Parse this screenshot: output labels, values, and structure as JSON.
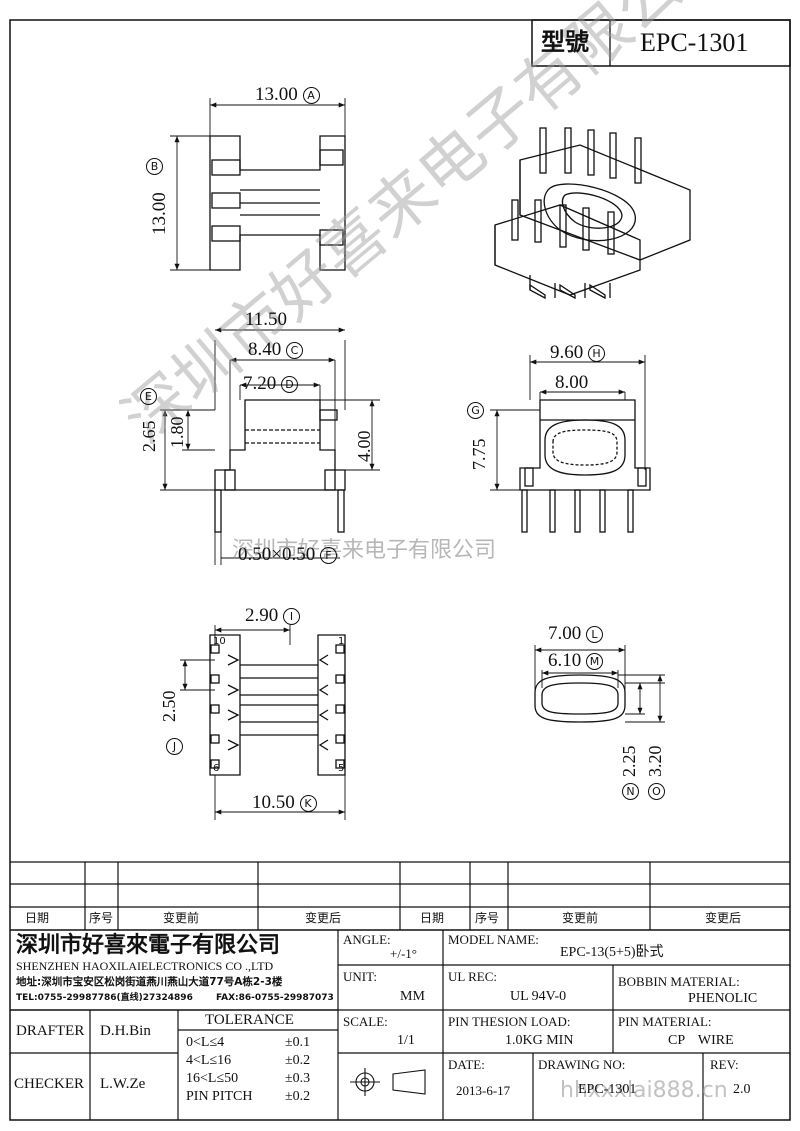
{
  "header": {
    "model_label": "型號",
    "model_value": "EPC-1301"
  },
  "dims": {
    "a": "13.00",
    "a_tag": "A",
    "b": "13.00",
    "b_tag": "B",
    "c": "8.40",
    "c_tag": "C",
    "d": "7.20",
    "d_tag": "D",
    "e": "2.65",
    "e_tag": "E",
    "f": "0.50×0.50",
    "f_tag": "F",
    "g": "7.75",
    "g_tag": "G",
    "h": "9.60",
    "h_tag": "H",
    "i": "2.90",
    "i_tag": "I",
    "j": "2.50",
    "j_tag": "J",
    "k": "10.50",
    "k_tag": "K",
    "l": "7.00",
    "l_tag": "L",
    "m": "6.10",
    "m_tag": "M",
    "n": "2.25",
    "n_tag": "N",
    "o": "3.20",
    "o_tag": "O",
    "w1150": "11.50",
    "h180": "1.80",
    "h400": "4.00",
    "w800": "8.00"
  },
  "pins": {
    "p10": "10",
    "p1": "1",
    "p6": "6",
    "p5": "5"
  },
  "watermark": {
    "diag": "深圳市好喜来电子有限公司",
    "mid": "深圳市好喜来电子有限公司",
    "bottom": "hhxxxlai888.cn"
  },
  "revisions": {
    "headers": [
      "日期",
      "序号",
      "变更前",
      "变更后",
      "日期",
      "序号",
      "变更前",
      "变更后"
    ]
  },
  "company": {
    "name_cn": "深圳市好喜來電子有限公司",
    "name_en": "SHENZHEN HAOXILAIELECTRONICS CO .,LTD",
    "address": "地址:深圳市宝安区松岗街道燕川燕山大道77号A栋2-3楼",
    "tel": "TEL:0755-29987786(直线)27324896",
    "fax": "FAX:86-0755-29987073"
  },
  "spec": {
    "angle_label": "ANGLE:",
    "angle_value": "+/-1°",
    "model_name_label": "MODEL NAME:",
    "model_name_value": "EPC-13(5+5)卧式",
    "unit_label": "UNIT:",
    "unit_value": "MM",
    "ul_label": "UL REC:",
    "ul_value": "UL 94V-0",
    "bobbin_label": "BOBBIN MATERIAL:",
    "bobbin_value": "PHENOLIC",
    "scale_label": "SCALE:",
    "scale_value": "1/1",
    "pin_load_label": "PIN THESION LOAD:",
    "pin_load_value": "1.0KG MIN",
    "pin_mat_label": "PIN MATERIAL:",
    "pin_mat_value": "CP WIRE",
    "date_label": "DATE:",
    "date_value": "2013-6-17",
    "drawing_label": "DRAWING NO:",
    "drawing_value": "EPC-1301",
    "rev_label": "REV:",
    "rev_value": "2.0"
  },
  "people": {
    "drafter_label": "DRAFTER",
    "drafter_value": "D.H.Bin",
    "checker_label": "CHECKER",
    "checker_value": "L.W.Ze"
  },
  "tolerance": {
    "title": "TOLERANCE",
    "rows": [
      {
        "range": "0<L≤4",
        "value": "±0.1"
      },
      {
        "range": "4<L≤16",
        "value": "±0.2"
      },
      {
        "range": "16<L≤50",
        "value": "±0.3"
      },
      {
        "range": "PIN PITCH",
        "value": "±0.2"
      }
    ]
  }
}
